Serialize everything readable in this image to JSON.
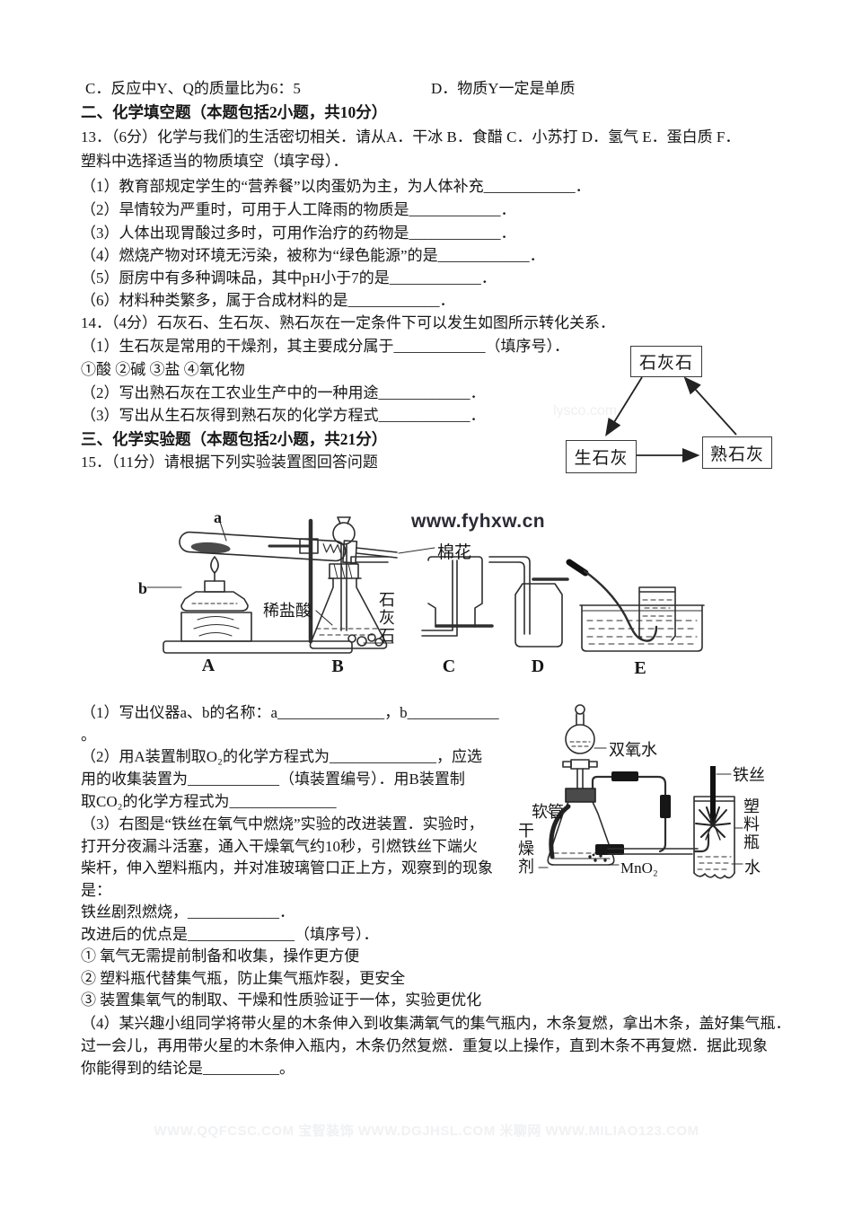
{
  "q12": {
    "option_c": "C．反应中Y、Q的质量比为6：5",
    "option_d": "D．物质Y一定是单质"
  },
  "section2_header": "二、化学填空题（本题包括2小题，共10分）",
  "q13": {
    "intro1": "13．（6分）化学与我们的生活密切相关．请从A．干冰 B．食醋 C．小苏打 D．氢气 E．蛋白质 F．",
    "intro2": "塑料中选择适当的物质填空（填字母）．",
    "items": [
      "（1）教育部规定学生的“营养餐”以肉蛋奶为主，为人体补充____________．",
      "（2）旱情较为严重时，可用于人工降雨的物质是____________．",
      "（3）人体出现胃酸过多时，可用作治疗的药物是____________．",
      "（4）燃烧产物对环境无污染，被称为“绿色能源”的是____________．",
      "（5）厨房中有多种调味品，其中pH小于7的是____________．",
      "（6）材料种类繁多，属于合成材料的是____________．"
    ]
  },
  "q14": {
    "intro": "14．（4分）石灰石、生石灰、熟石灰在一定条件下可以发生如图所示转化关系．",
    "item1": "（1）生石灰是常用的干燥剂，其主要成分属于____________（填序号）．",
    "choices": "①酸 ②碱 ③盐 ④氧化物",
    "item2": "（2）写出熟石灰在工农业生产中的一种用途____________．",
    "item3": "（3）写出从生石灰得到熟石灰的化学方程式____________．",
    "diagram": {
      "top": "石灰石",
      "left": "生石灰",
      "right": "熟石灰"
    }
  },
  "section3_header": "三、化学实验题（本题包括2小题，共21分）",
  "q15": {
    "intro": "15．（11分）请根据下列实验装置图回答问题",
    "fig": {
      "label_a": "a",
      "label_b": "b",
      "cotton": "棉花",
      "acid": "稀盐酸",
      "limestone": "石灰石",
      "letter_A": "A",
      "letter_B": "B",
      "letter_C": "C",
      "letter_D": "D",
      "letter_E": "E",
      "watermark": "www.fyhxw.cn"
    },
    "p1a": "（1）写出仪器a、b的名称：a______________，b____________",
    "p1b": "。",
    "p2a": "（2）用A装置制取O₂的化学方程式为______________，应选",
    "p2b": "用的收集装置为____________（填装置编号）．用B装置制",
    "p2c": "取CO₂的化学方程式为______________",
    "p3a": "（3）右图是“铁丝在氧气中燃烧”实验的改进装置．实验时，",
    "p3b": "打开分夜漏斗活塞，通入干燥氧气约10秒，引燃铁丝下端火",
    "p3c": "柴杆，伸入塑料瓶内，并对准玻璃管口正上方，观察到的现象",
    "p3d": "是：",
    "p3e": "铁丝剧烈燃烧，____________．",
    "p3f": "改进后的优点是______________（填序号）．",
    "opt1": "① 氧气无需提前制备和收集，操作更方便",
    "opt2": "② 塑料瓶代替集气瓶，防止集气瓶炸裂，更安全",
    "opt3": "③ 装置集氧气的制取、干燥和性质验证于一体，实验更优化",
    "p4a": "（4）某兴趣小组同学将带火星的木条伸入到收集满氧气的集气瓶内，木条复燃，拿出木条，盖好集气瓶．",
    "p4b": "过一会儿，再用带火星的木条伸入瓶内，木条仍然复燃．重复以上操作，直到木条不再复燃．据此现象",
    "p4c": "你能得到的结论是__________。",
    "fig2": {
      "peroxide": "双氧水",
      "hose": "软管",
      "desiccant": "干燥剂",
      "mno2": "MnO₂",
      "wire": "铁丝",
      "bottle": "塑料瓶",
      "water": "水"
    }
  },
  "watermarks": {
    "mid": "lysco.com",
    "bottom": "WWW.QQFCSC.COM 宝智装饰 WWW.DGJHSL.COM 米聊网 WWW.MILIAO123.COM"
  }
}
